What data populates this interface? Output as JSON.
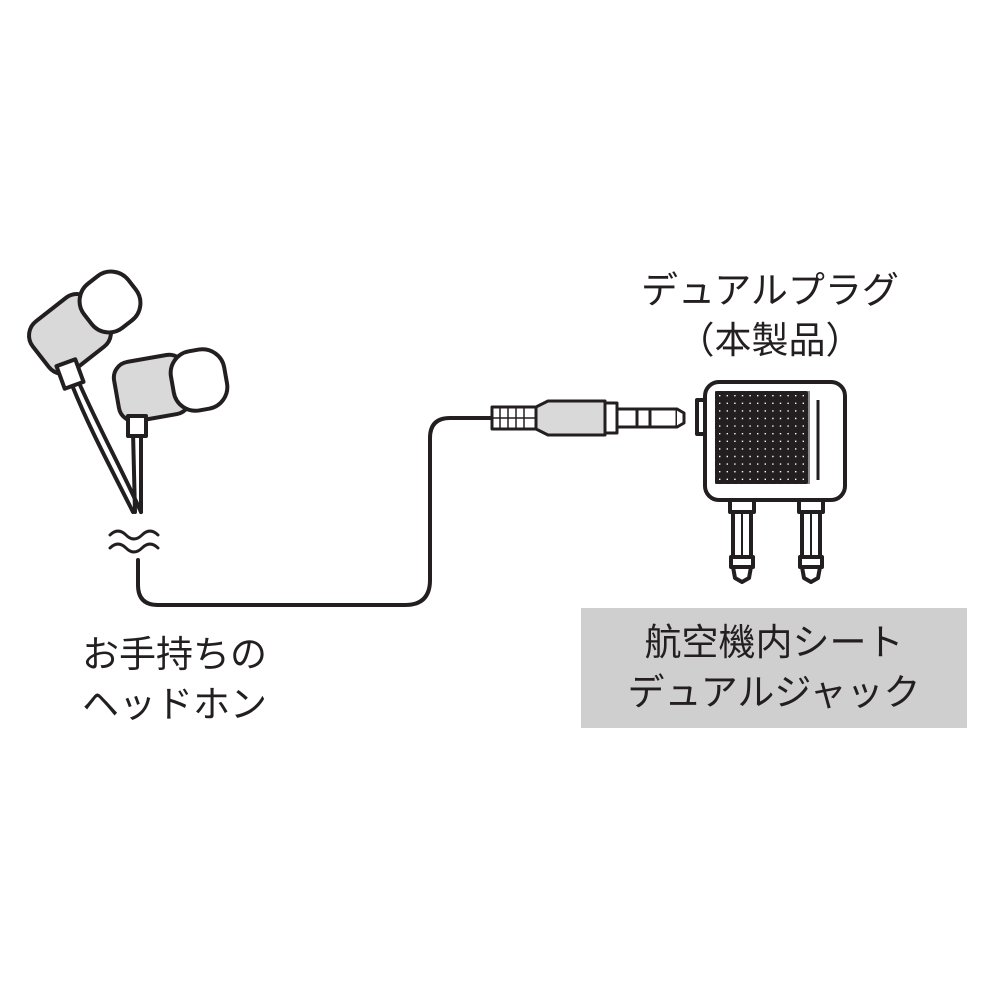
{
  "headphones_label": {
    "line1": "お手持ちの",
    "line2": "ヘッドホン"
  },
  "plug_label": {
    "line1": "デュアルプラグ",
    "line2": "（本製品）"
  },
  "seat_jack_label": {
    "line1": "航空機内シート",
    "line2": "デュアルジャック"
  },
  "colors": {
    "ink": "#231f20",
    "tip_fill": "#d9d9d9",
    "box_fill": "#cfcfcf",
    "background": "#ffffff"
  }
}
